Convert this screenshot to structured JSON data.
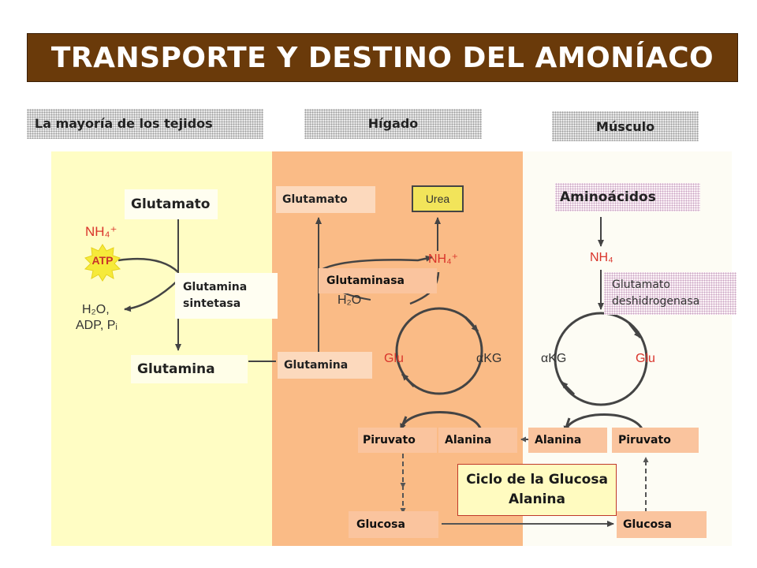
{
  "title": "TRANSPORTE Y DESTINO DEL AMONÍACO",
  "headers": {
    "tissues": "La mayoría de los tejidos",
    "liver": "Hígado",
    "muscle": "Músculo"
  },
  "tissues": {
    "glutamato": "Glutamato",
    "nh4": "NH₄⁺",
    "atp": "ATP",
    "h2o": "H₂O,",
    "adp": "ADP, Pᵢ",
    "enzyme_line1": "Glutamina",
    "enzyme_line2": "sintetasa",
    "glutamina": "Glutamina"
  },
  "liver": {
    "glutamato": "Glutamato",
    "urea": "Urea",
    "nh4": "NH₄⁺",
    "glutaminasa": "Glutaminasa",
    "h2o": "H₂O",
    "glutamina": "Glutamina",
    "glu": "Glu",
    "akg": "αKG",
    "piruvato": "Piruvato",
    "alanina": "Alanina",
    "glucosa": "Glucosa"
  },
  "muscle": {
    "aminoacidos": "Aminoácidos",
    "nh4": "NH₄",
    "enzyme_line1": "Glutamato",
    "enzyme_line2": "deshidrogenasa",
    "akg": "αKG",
    "glu": "Glu",
    "alanina": "Alanina",
    "piruvato": "Piruvato",
    "glucosa": "Glucosa"
  },
  "cycle": {
    "line1": "Ciclo de la Glucosa",
    "line2": "Alanina"
  },
  "colors": {
    "title_bg": "#6a3a0a",
    "tissue_bg": "#fffdc4",
    "liver_bg": "#fabb86",
    "muscle_bg": "#fdfcf4",
    "label_box": "#fac49e",
    "urea_box": "#f2e45a",
    "atp_star": "#f6ea3a",
    "nh4_red": "#d9342b"
  }
}
